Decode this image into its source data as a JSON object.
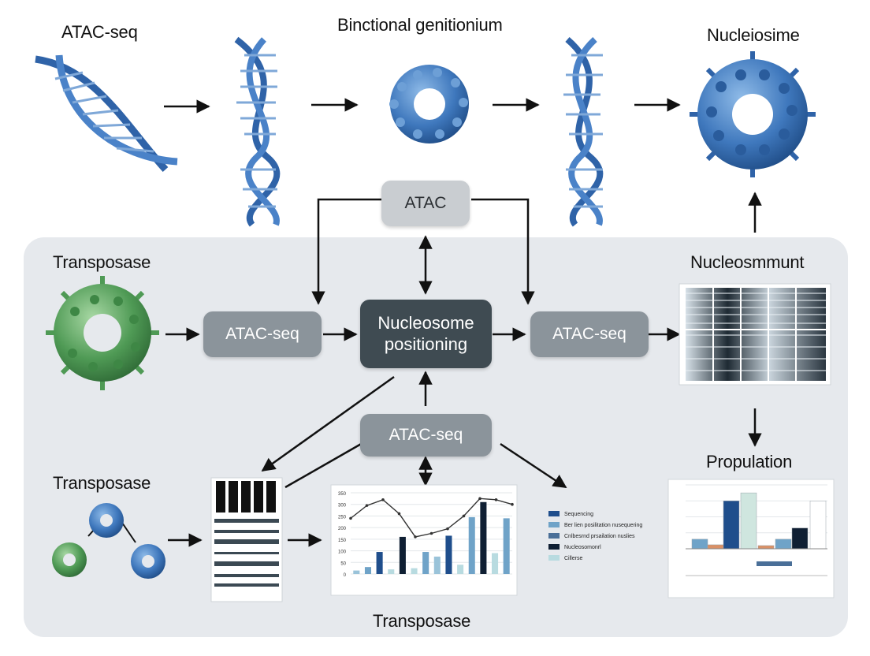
{
  "labels": {
    "atac_seq_top": "ATAC-seq",
    "binctional": "Binctional genitionium",
    "nucleiosime": "Nucleiosime",
    "transposase_1": "Transposase",
    "nucleosmmunt": "Nucleosmmunt",
    "transposase_2": "Transposase",
    "propulation": "Propulation",
    "transposase_bottom": "Transposase"
  },
  "boxes": {
    "atac_top": "ATAC",
    "atac_seq_left": "ATAC-seq",
    "nucleosome_positioning": "Nucleosome positioning",
    "atac_seq_right": "ATAC-seq",
    "atac_seq_middle": "ATAC-seq"
  },
  "legend": {
    "items": [
      {
        "label": "Sequencing",
        "color": "#1f4e8c"
      },
      {
        "label": "Ber lien posilitation nusequering",
        "color": "#6fa3c8"
      },
      {
        "label": "Cnlbesrnd prsailation nuslies",
        "color": "#4a6f98"
      },
      {
        "label": "Nucleosomonrl",
        "color": "#0f1f33"
      },
      {
        "label": "Cillerse",
        "color": "#b8dbe0"
      }
    ]
  },
  "colors": {
    "dna_blue": "#3b6fb6",
    "nucleosome_blue": "#4a84c4",
    "transposase_green": "#5aa35f",
    "panel_grey": "#e6e9ed",
    "box_dark": "#3f4b52",
    "box_grey": "#8b949b"
  },
  "chart_data": [
    {
      "type": "bar",
      "description_in_image": "center combo chart (bars + line)",
      "yticks": [
        0,
        50,
        100,
        150,
        200,
        250,
        300,
        350
      ],
      "ylim": [
        0,
        350
      ],
      "values": [
        15,
        30,
        95,
        20,
        160,
        25,
        95,
        75,
        165,
        40,
        245,
        310,
        90,
        240
      ],
      "colors": [
        "#9ac3d9",
        "#6fa3c8",
        "#1f4e8c",
        "#b8dbe0",
        "#0f1f33",
        "#b8dbe0",
        "#6fa3c8",
        "#9ac3d9",
        "#1f4e8c",
        "#b8dbe0",
        "#6fa3c8",
        "#0f1f33",
        "#b8dbe0",
        "#6fa3c8"
      ],
      "line": [
        240,
        295,
        320,
        260,
        160,
        175,
        195,
        250,
        325,
        320,
        300
      ]
    },
    {
      "type": "bar",
      "description_in_image": "right bar chart",
      "values": [
        60,
        25,
        300,
        350,
        20,
        60,
        130,
        300
      ],
      "colors": [
        "#6fa3c8",
        "#d99066",
        "#1f4e8c",
        "#cfe6df",
        "#d99066",
        "#6fa3c8",
        "#0f1f33",
        "#ffffff"
      ],
      "ylim": [
        0,
        400
      ]
    }
  ]
}
